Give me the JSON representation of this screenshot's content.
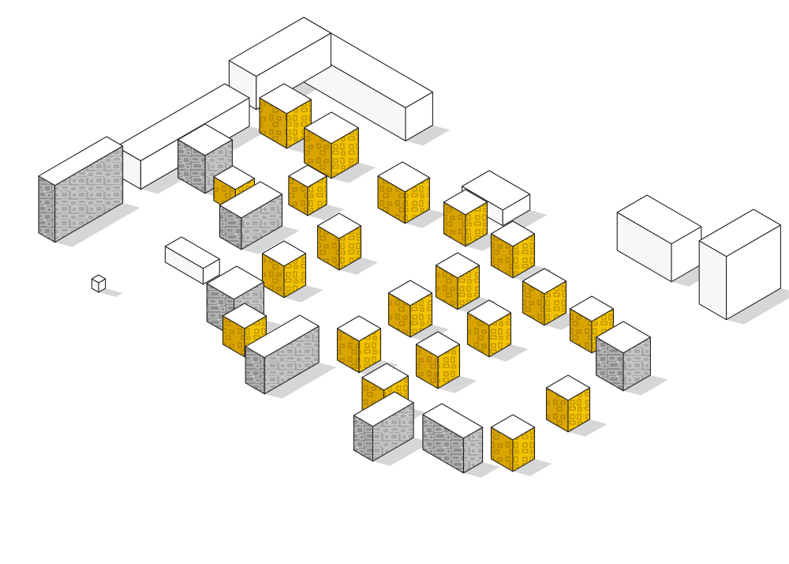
{
  "diagram": {
    "kind": "isometric-massing",
    "palette": {
      "background": "#ffffff",
      "roof": "#ffffff",
      "outline": "#222222",
      "stone_left": "#8f8f8f",
      "stone_right": "#a9a9a9",
      "stone_mortar": "#e8e8e8",
      "accent_left": "#d9a300",
      "accent_right": "#f3c200",
      "accent_window": "#8a6a00",
      "context_face_left": "#f7f7f7",
      "context_face_right": "#ffffff",
      "shadow": "#d6d6d6"
    },
    "materials": [
      "stone-cladding",
      "yellow-perforated-panel",
      "white-context-massing"
    ]
  }
}
